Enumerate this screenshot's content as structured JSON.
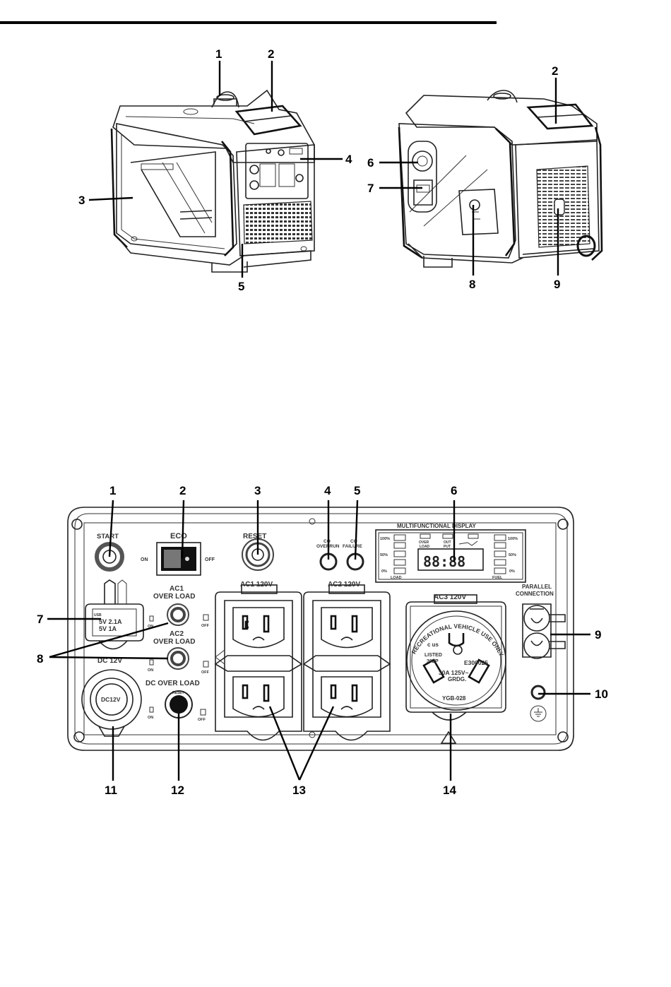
{
  "figure1": {
    "callouts_left": [
      "1",
      "2",
      "3",
      "4",
      "5"
    ],
    "callouts_right": [
      "2",
      "6",
      "7",
      "8",
      "9"
    ]
  },
  "figure2": {
    "callouts": [
      "1",
      "2",
      "3",
      "4",
      "5",
      "6",
      "7",
      "8",
      "9",
      "10",
      "11",
      "12",
      "13",
      "14"
    ],
    "panel": {
      "start": "START",
      "eco": "ECO",
      "eco_on": "ON",
      "eco_off": "OFF",
      "reset": "RESET",
      "co_overrun": [
        "CO",
        "OVERRUN"
      ],
      "co_failure": [
        "CO",
        "FAILURE"
      ],
      "display_title": "MULTIFUNCTIONAL DISPLAY",
      "load_levels": [
        "100%",
        "50%",
        "0%"
      ],
      "fuel_levels": [
        "100%",
        "50%",
        "0%"
      ],
      "over_load": [
        "OVER",
        "LOAD"
      ],
      "out_put": [
        "OUT",
        "PUT"
      ],
      "load": "LOAD",
      "fuel": "FUEL",
      "lcd": "88:88",
      "usb": [
        "USB",
        "5V 2.1A",
        "5V 1A"
      ],
      "ac1_over_load": [
        "AC1",
        "OVER LOAD"
      ],
      "ac2_over_load": [
        "AC2",
        "OVER LOAD"
      ],
      "dc_over_load": "DC OVER LOAD",
      "breaker_on": "ON",
      "breaker_off": "OFF",
      "dc12v_top": "DC 12V",
      "dc12v_socket": "DC12V",
      "ac1": "AC1 120V",
      "ac2": "AC2 120V",
      "ac3": "AC3 120V",
      "parallel": [
        "PARALLEL",
        "CONNECTION"
      ],
      "rv_arc": "RECREATIONAL VEHICLE USE ONLY",
      "listed": [
        "LISTED",
        "30ZP"
      ],
      "cert": "E300025",
      "rating": [
        "30A 125V~",
        "GRDG."
      ],
      "model": "YGB-028",
      "c_us": "c  us",
      "reset_small": "RESET"
    }
  }
}
